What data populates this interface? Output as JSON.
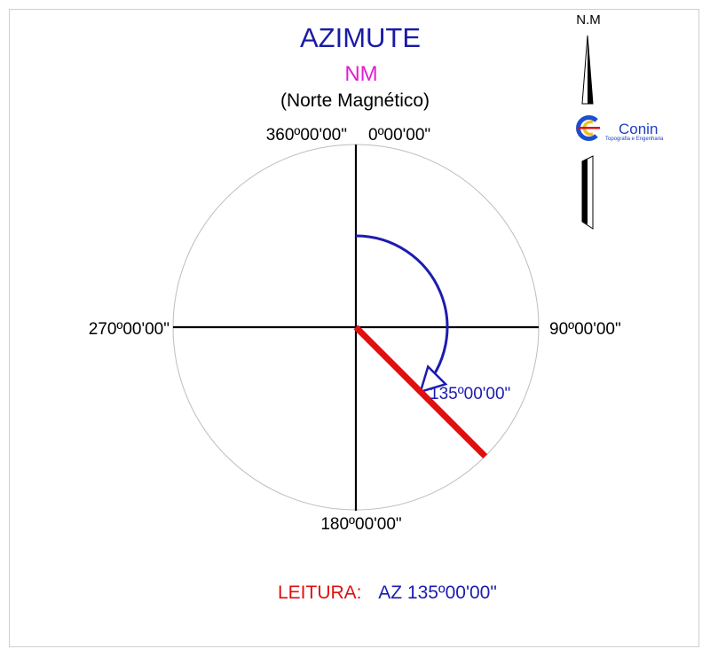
{
  "title": "AZIMUTE",
  "subtitle": "NM",
  "subtitle_note": "(Norte Magnético)",
  "bearings": {
    "north_left": "360º00'00\"",
    "north_right": "0º00'00\"",
    "east": "90º00'00\"",
    "south": "180º00'00\"",
    "west": "270º00'00\""
  },
  "azimuth": {
    "degrees": 135,
    "label": "135º00'00\""
  },
  "reading": {
    "prefix": "LEITURA:",
    "value": "AZ 135º00'00\""
  },
  "north_arrow": {
    "label": "N.M"
  },
  "logo": {
    "name": "Conin",
    "tagline": "Topografia e Engenharia"
  },
  "colors": {
    "title": "#1a1aa6",
    "subtitle": "#e020d0",
    "azimuth_arc": "#1c1cb0",
    "azimuth_line": "#e01010",
    "reading_prefix": "#e01010",
    "reading_value": "#1c1cb0",
    "axis": "#000000",
    "circle": "#bdbdbd"
  }
}
